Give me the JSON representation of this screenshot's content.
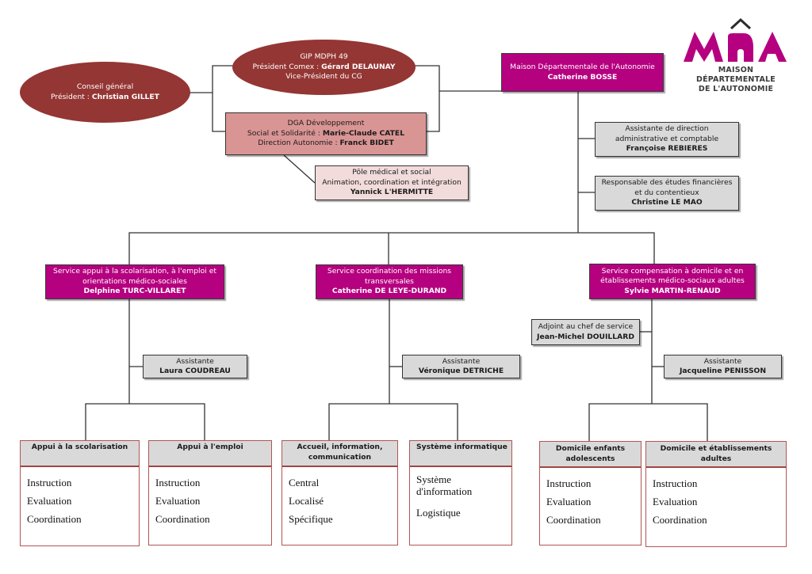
{
  "colors": {
    "ellipse": "#943634",
    "director": "#b5007f",
    "dga": "#d99594",
    "pole": "#f2dcdb",
    "staff": "#d9d9d9",
    "unit_border": "#b25454",
    "logo": "#b5007f"
  },
  "logo": {
    "letters": "MDA",
    "line1": "MAISON DÉPARTEMENTALE",
    "line2": "DE L'AUTONOMIE"
  },
  "conseil": {
    "line1": "Conseil général",
    "label": "Président : ",
    "name": "Christian GILLET"
  },
  "gip": {
    "line1": "GIP MDPH 49",
    "label": "Président Comex : ",
    "name": "Gérard DELAUNAY",
    "line3": "Vice-Président du CG"
  },
  "dga": {
    "line1": "DGA Développement",
    "label2": "Social et Solidarité : ",
    "name2": "Marie-Claude CATEL",
    "label3": "Direction Autonomie : ",
    "name3": "Franck BIDET"
  },
  "pole": {
    "line1": "Pôle médical et social",
    "line2": "Animation, coordination et intégration",
    "name": "Yannick L'HERMITTE"
  },
  "mda": {
    "line1": "Maison Départementale de l'Autonomie",
    "name": "Catherine BOSSE"
  },
  "assistant_direction": {
    "line1": "Assistante de direction",
    "line2": "administrative et comptable",
    "name": "Françoise REBIERES"
  },
  "responsable_finances": {
    "line1": "Responsable des études financières",
    "line2": "et du contentieux",
    "name": "Christine LE MAO"
  },
  "services": [
    {
      "line1": "Service appui à la scolarisation, à l'emploi et",
      "line2": "orientations médico-sociales",
      "name": "Delphine TURC-VILLARET"
    },
    {
      "line1": "Service coordination des missions",
      "line2": "transversales",
      "name": "Catherine DE LEYE-DURAND"
    },
    {
      "line1": "Service compensation à domicile et en",
      "line2": "établissements médico-sociaux adultes",
      "name": "Sylvie MARTIN-RENAUD"
    }
  ],
  "adjoint": {
    "line1": "Adjoint au chef de service",
    "name": "Jean-Michel DOUILLARD"
  },
  "assistantes": [
    {
      "line1": "Assistante",
      "name": "Laura COUDREAU"
    },
    {
      "line1": "Assistante",
      "name": "Véronique DETRICHE"
    },
    {
      "line1": "Assistante",
      "name": "Jacqueline PENISSON"
    }
  ],
  "units": [
    {
      "title": "Appui à la scolarisation",
      "items": [
        "Instruction",
        "Evaluation",
        "Coordination"
      ]
    },
    {
      "title": "Appui à l'emploi",
      "items": [
        "Instruction",
        "Evaluation",
        "Coordination"
      ]
    },
    {
      "title": "Accueil, information, communication",
      "items": [
        "Central",
        "Localisé",
        "Spécifique"
      ]
    },
    {
      "title": "Système informatique",
      "items": [
        "Système d'information",
        "Logistique"
      ]
    },
    {
      "title": "Domicile enfants adolescents",
      "items": [
        "Instruction",
        "Evaluation",
        "Coordination"
      ]
    },
    {
      "title": "Domicile et établissements adultes",
      "items": [
        "Instruction",
        "Evaluation",
        "Coordination"
      ]
    }
  ]
}
